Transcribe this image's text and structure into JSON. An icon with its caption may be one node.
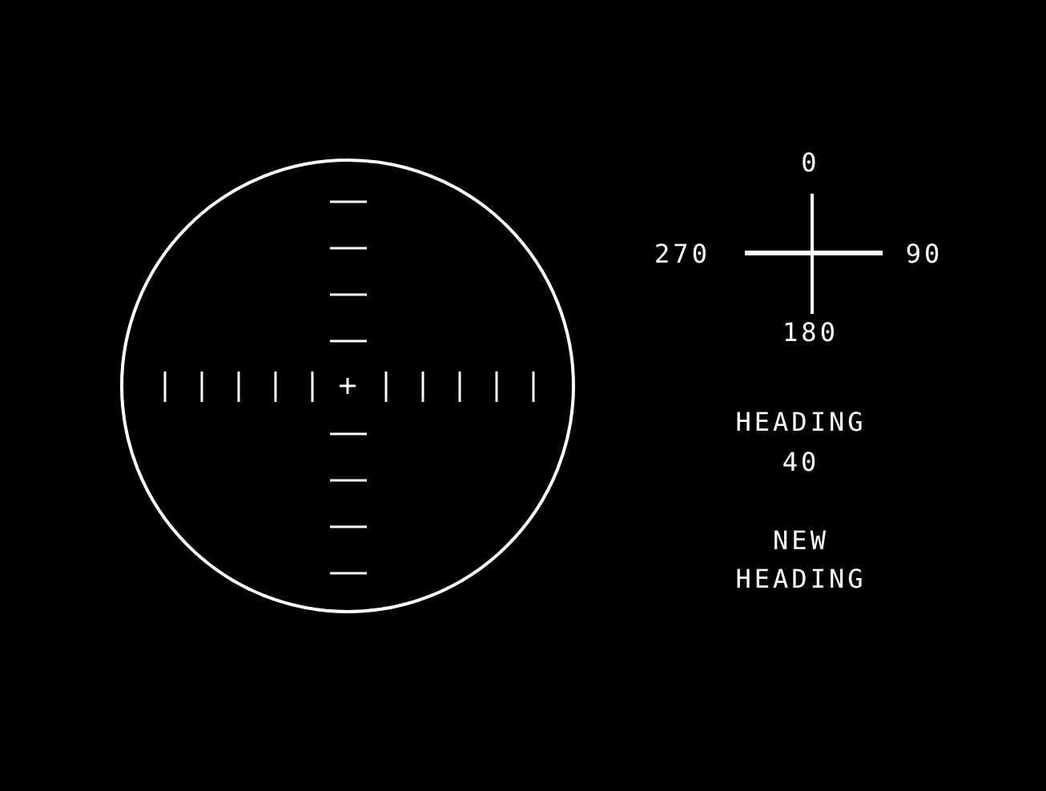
{
  "diagram": {
    "labels": [
      "0",
      "270",
      "90",
      "180",
      "HEADING",
      "40",
      "NEW HEADING"
    ]
  }
}
